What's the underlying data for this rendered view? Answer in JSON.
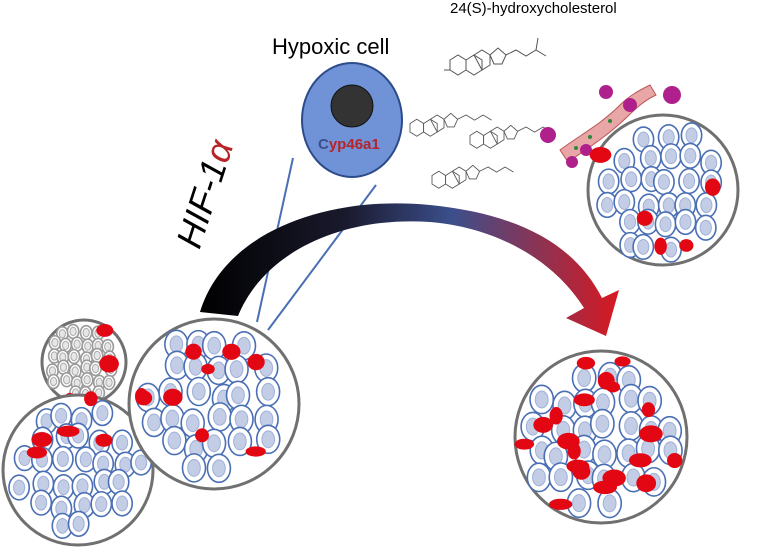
{
  "labels": {
    "hypoxic_cell": "Hypoxic cell",
    "oxysterol": "24(S)-hydroxycholesterol",
    "gene_prefix": "C",
    "gene_main": "yp46a1",
    "factor_prefix": "HIF-1",
    "factor_suffix": "α"
  },
  "colors": {
    "cell_fill": "#c3cde6",
    "cell_stroke": "#4a6fb4",
    "hypoxic_cell_fill": "#6f93d6",
    "nucleus": "#333333",
    "marker_red": "#e30613",
    "grey_cell": "#9a9a9a",
    "arrow_dark": "#000000",
    "arrow_mid": "#3b4f8c",
    "arrow_red": "#d71920",
    "vessel": "#e9a6a6",
    "immune_cell": "#b0208c"
  },
  "icons": [
    "hypoxic-cell-icon",
    "cholesterol-molecule-icon",
    "blood-vessel-icon",
    "arrow-icon"
  ]
}
